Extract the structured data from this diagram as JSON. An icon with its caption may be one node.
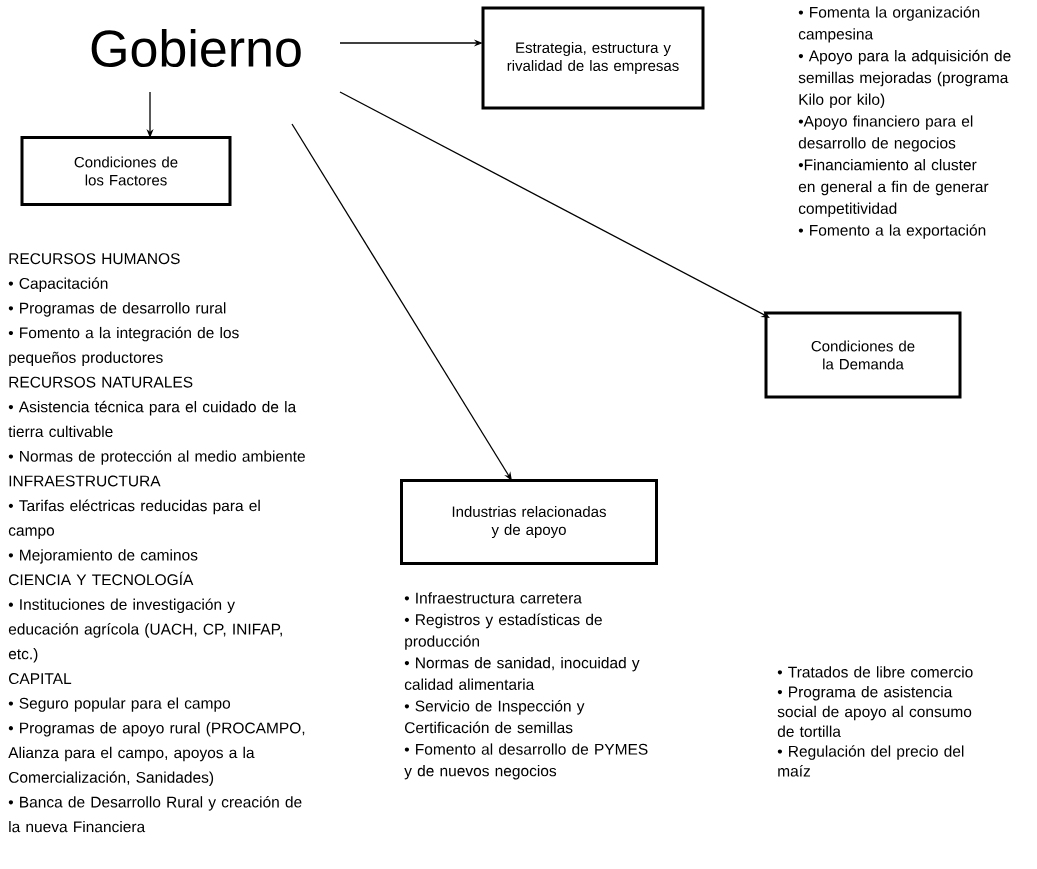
{
  "diagram": {
    "nodes": [
      {
        "text": [
          "Gobierno"
        ]
      },
      {
        "text": [
          "Estrategia, estructura y rivalidad de las empresas"
        ],
        "beside": [
          "• Fomenta la organización campesina",
          "• Apoyo para la adquisición de semillas mejoradas (programa Kilo por kilo)",
          "•Apoyo financiero para el desarrollo de negocios",
          "•Financiamiento al cluster en general a fin de generar competitividad",
          "• Fomento a la exportación"
        ]
      },
      {
        "text": [
          "Condiciones de los Factores"
        ],
        "beside": [
          "RECURSOS HUMANOS",
          "• Capacitación",
          "• Programas de desarrollo rural",
          "• Fomento a la integración de los pequeños productores",
          "RECURSOS NATURALES",
          "• Asistencia técnica para el cuidado de la tierra cultivable",
          "• Normas de protección al medio ambiente",
          "INFRAESTRUCTURA",
          "• Tarifas eléctricas reducidas para el campo",
          "• Mejoramiento de caminos",
          "CIENCIA Y TECNOLOGÍA",
          "• Instituciones de investigación y educación agrícola (UACH, CP, INIFAP, etc.)",
          "CAPITAL",
          "• Seguro popular para el campo",
          "• Programas de apoyo rural (PROCAMPO, Alianza para el campo, apoyos a la Comercialización, Sanidades)",
          "• Banca de Desarrollo Rural y creación de la nueva Financiera"
        ]
      },
      {
        "text": [
          "Industrias relacionadas y de apoyo"
        ],
        "beside": [
          "• Infraestructura carretera",
          "• Registros y estadísticas de producción",
          "• Normas de sanidad, inocuidad y calidad alimentaria",
          "• Servicio de Inspección y Certificación de semillas",
          "• Fomento al desarrollo de PYMES y de nuevos negocios"
        ]
      },
      {
        "text": [
          "Condiciones de la Demanda"
        ],
        "beside": [
          "• Tratados de libre comercio",
          "• Programa de asistencia social de apoyo al consumo de tortilla",
          "• Regulación del precio del maíz"
        ]
      }
    ],
    "edges": [
      {
        "from": 0,
        "to": 1,
        "arrow": "to"
      },
      {
        "from": 0,
        "to": 2,
        "arrow": "to"
      },
      {
        "from": 0,
        "to": 3,
        "arrow": "to"
      },
      {
        "from": 0,
        "to": 4,
        "arrow": "to"
      }
    ]
  }
}
